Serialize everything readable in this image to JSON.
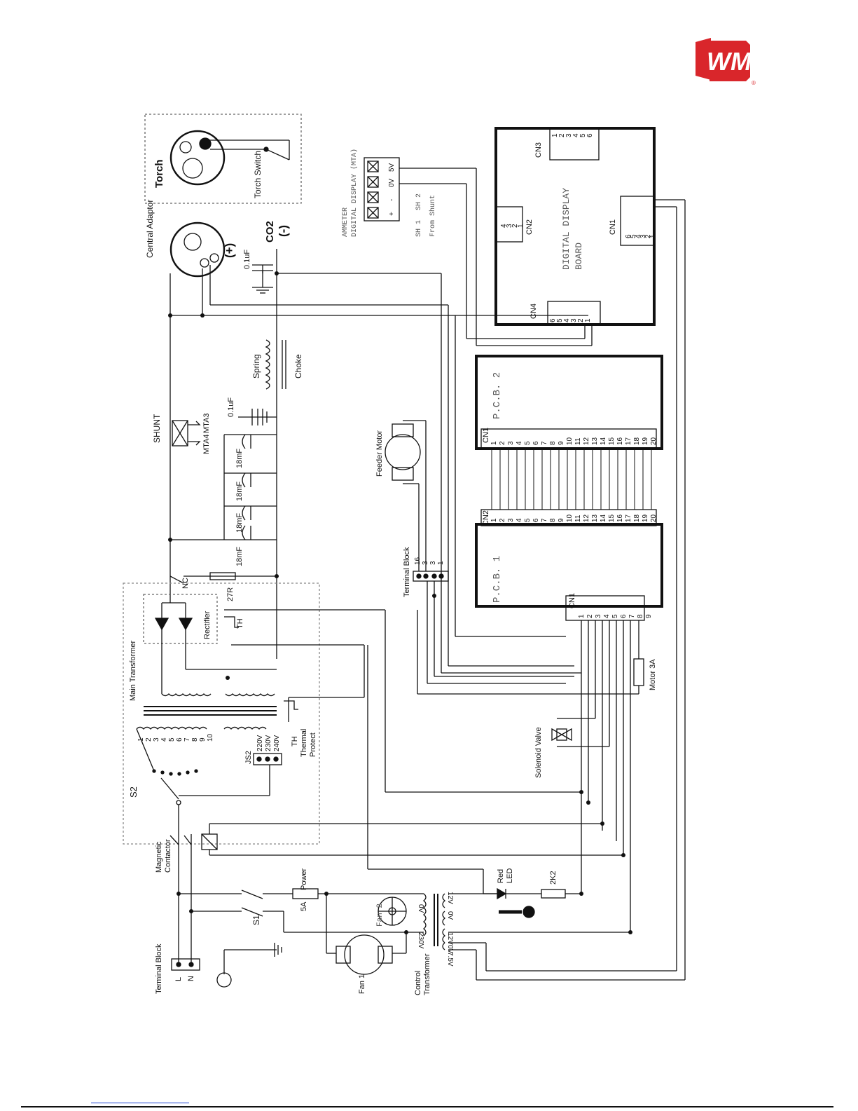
{
  "brand": {
    "logo_text": "WM",
    "logo_mark": "®",
    "logo_color": "#d9262b"
  },
  "labels": {
    "torch": "Torch",
    "torch_switch": "Torch Switch",
    "central_adaptor": "Central Adaptor",
    "plus": "(+)",
    "co2": "CO2",
    "minus": "(-)",
    "cap_01uF_top": "0.1uF",
    "cap_01uF_mid": "0.1uF",
    "ammeter_title_1": "AMMETER",
    "ammeter_title_2": "DIGITAL DISPLAY (MTA)",
    "ammeter_sh1": "SH 1",
    "ammeter_sh2": "SH 2",
    "from_shunt": "From Shunt",
    "pin_5v": "5V",
    "pin_0v": "0V",
    "pin_minus": "-",
    "pin_plus": "+",
    "dd_board_1": "DIGITAL DISPLAY",
    "dd_board_2": "BOARD",
    "cn1": "CN1",
    "cn2": "CN2",
    "cn3": "CN3",
    "cn4": "CN4",
    "spring": "Spring",
    "choke": "Choke",
    "shunt": "SHUNT",
    "mta4": "MTA4",
    "mta3": "MTA3",
    "cap_18mf": "18mF",
    "pcb1": "P.C.B. 1",
    "pcb2": "P.C.B. 2",
    "feeder_motor": "Feeder Motor",
    "terminal_block": "Terminal Block",
    "tb16": "16",
    "tb3a": "3",
    "tb3b": "3",
    "tb1": "1",
    "nc": "NC",
    "r27": "27R",
    "rectifier": "Rectifier",
    "th": "TH",
    "main_transformer": "Main Transformer",
    "th_thermal_1": "TH",
    "th_thermal_2": "Thermal",
    "th_thermal_3": "Protect",
    "js2": "JS2",
    "v220": "220V",
    "v230": "230V",
    "v240": "240V",
    "s2": "S2",
    "motor_3a": "Motor 3A",
    "solenoid_valve": "Solenoid Valve",
    "magnetic_contactor_1": "Magnetic",
    "magnetic_contactor_2": "Contactor",
    "power": "Power",
    "fuse_5a": "5A",
    "s1": "S1",
    "red_led_1": "Red",
    "red_led_2": "LED",
    "r2k2": "2K2",
    "fan1": "Fan 1",
    "fan2": "Fan 2",
    "control_transformer_1": "Control",
    "control_transformer_2": "Transformer",
    "ct_0v_a": "0V",
    "ct_230v": "230V",
    "ct_12v_a": "12V",
    "ct_0v_b": "0V",
    "ct_12v_b": "12V",
    "ct_0v_c": "0V",
    "ct_75v": "7.5V",
    "terminal_block_main": "Terminal Block",
    "tb_l": "L",
    "tb_n": "N"
  },
  "taps": [
    "1",
    "2",
    "3",
    "4",
    "5",
    "6",
    "7",
    "8",
    "9",
    "10"
  ],
  "cn3_pins": [
    "1",
    "2",
    "3",
    "4",
    "5",
    "6"
  ],
  "cn2_dd_pins": [
    "4",
    "3",
    "2",
    "1"
  ],
  "cn1_dd_pins": [
    "6",
    "5",
    "4",
    "3",
    "2",
    "1"
  ],
  "cn4_pins": [
    "6",
    "5",
    "4",
    "3",
    "2",
    "1"
  ],
  "pcb_pins": [
    "1",
    "2",
    "3",
    "4",
    "5",
    "6",
    "7",
    "8",
    "9",
    "10",
    "11",
    "12",
    "13",
    "14",
    "15",
    "16",
    "17",
    "18",
    "19",
    "20"
  ],
  "pcb1_cn1_pins": [
    "1",
    "2",
    "3",
    "4",
    "5",
    "6",
    "7",
    "8",
    "9"
  ]
}
